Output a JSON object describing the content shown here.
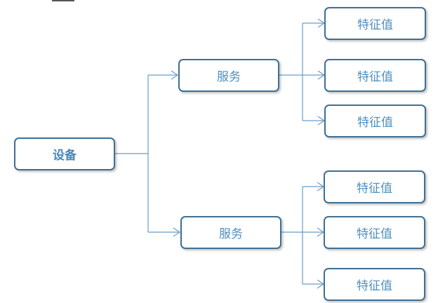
{
  "diagram": {
    "root": {
      "label": "设备"
    },
    "services": [
      {
        "label": "服务",
        "characteristics": [
          "特征值",
          "特征值",
          "特征值"
        ]
      },
      {
        "label": "服务",
        "characteristics": [
          "特征值",
          "特征值",
          "特征值"
        ]
      }
    ]
  },
  "colors": {
    "node_border": "#3f6f93",
    "node_text": "#4e8fbf",
    "connector": "#6a9cc9"
  }
}
